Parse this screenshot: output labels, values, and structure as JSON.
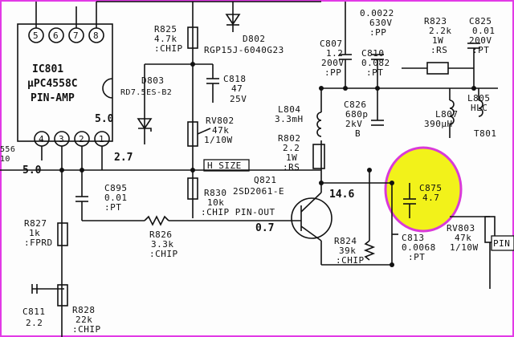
{
  "ic": {
    "ref": "IC801",
    "part": "µPC4558C",
    "func": "PIN-AMP",
    "top_pins": [
      "5",
      "6",
      "7",
      "8"
    ],
    "bottom_pins": [
      "4",
      "3",
      "2",
      "1"
    ]
  },
  "voltages": {
    "pin2": "5.0",
    "pin1": "2.7",
    "left": "5.0",
    "collector": "14.6",
    "base": "0.7"
  },
  "left_edge": {
    "a": "556",
    "b": "10"
  },
  "parts": {
    "r825": [
      "R825",
      "4.7k",
      ":CHIP"
    ],
    "d802": [
      "D802",
      "RGP15J-6040G23"
    ],
    "d803": [
      "D803",
      "RD7.5ES-B2"
    ],
    "c818": [
      "C818",
      "47",
      "25V"
    ],
    "rv802": [
      "RV802",
      "47k",
      "1/10W"
    ],
    "h_size": "H SIZE",
    "r830": [
      "R830",
      "10k",
      ":CHIP PIN-OUT"
    ],
    "q821": [
      "Q821",
      "2SD2061-E"
    ],
    "c895": [
      "C895",
      "0.01",
      ":PT"
    ],
    "r827": [
      "R827",
      "1k",
      ":FPRD"
    ],
    "r826": [
      "R826",
      "3.3k",
      ":CHIP"
    ],
    "c811": [
      "C811",
      "2.2"
    ],
    "r828": [
      "R828",
      "22k",
      ":CHIP"
    ],
    "c807": [
      "C807",
      "1.2",
      "200V",
      ":PP"
    ],
    "c_top": [
      "0.0022",
      "630V",
      ":PP"
    ],
    "c810": [
      "C810",
      "0.082",
      ":PT"
    ],
    "r823": [
      "R823",
      "2.2k",
      "1W",
      ":RS"
    ],
    "c825": [
      "C825",
      "0.01",
      "200V",
      ":PT"
    ],
    "l804": [
      "L804",
      "3.3mH"
    ],
    "c826": [
      "C826",
      "680p",
      "2kV",
      "B"
    ],
    "l805": [
      "L805",
      "HLC"
    ],
    "l807": [
      "L807",
      "390µH"
    ],
    "t801": "T801",
    "r802": [
      "R802",
      "2.2",
      "1W",
      ":RS"
    ],
    "c875": [
      "C875",
      "4.7"
    ],
    "c813": [
      "C813",
      "0.0068",
      ":PT"
    ],
    "r824": [
      "R824",
      "39k",
      ":CHIP"
    ],
    "rv803": [
      "RV803",
      "47k",
      "1/10W"
    ],
    "pin_edge": "PIN"
  },
  "highlight": {
    "color": "#f2f21a",
    "outline": "#d93ad9"
  }
}
